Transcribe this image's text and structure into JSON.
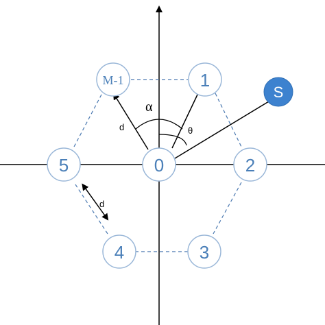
{
  "diagram": {
    "nodes": [
      {
        "id": "0",
        "label": "0"
      },
      {
        "id": "1",
        "label": "1"
      },
      {
        "id": "2",
        "label": "2"
      },
      {
        "id": "3",
        "label": "3"
      },
      {
        "id": "4",
        "label": "4"
      },
      {
        "id": "5",
        "label": "5"
      },
      {
        "id": "M-1",
        "label": "M-1"
      }
    ],
    "source": {
      "label": "S"
    },
    "labels": {
      "alpha": "α",
      "theta": "θ",
      "d_radius": "d",
      "d_spacing": "d"
    },
    "colors": {
      "node_stroke": "#9ab7d8",
      "node_text": "#4a7fb8",
      "source_fill": "#3d82cf",
      "dash": "#4a78b0",
      "axis": "#000000"
    }
  }
}
